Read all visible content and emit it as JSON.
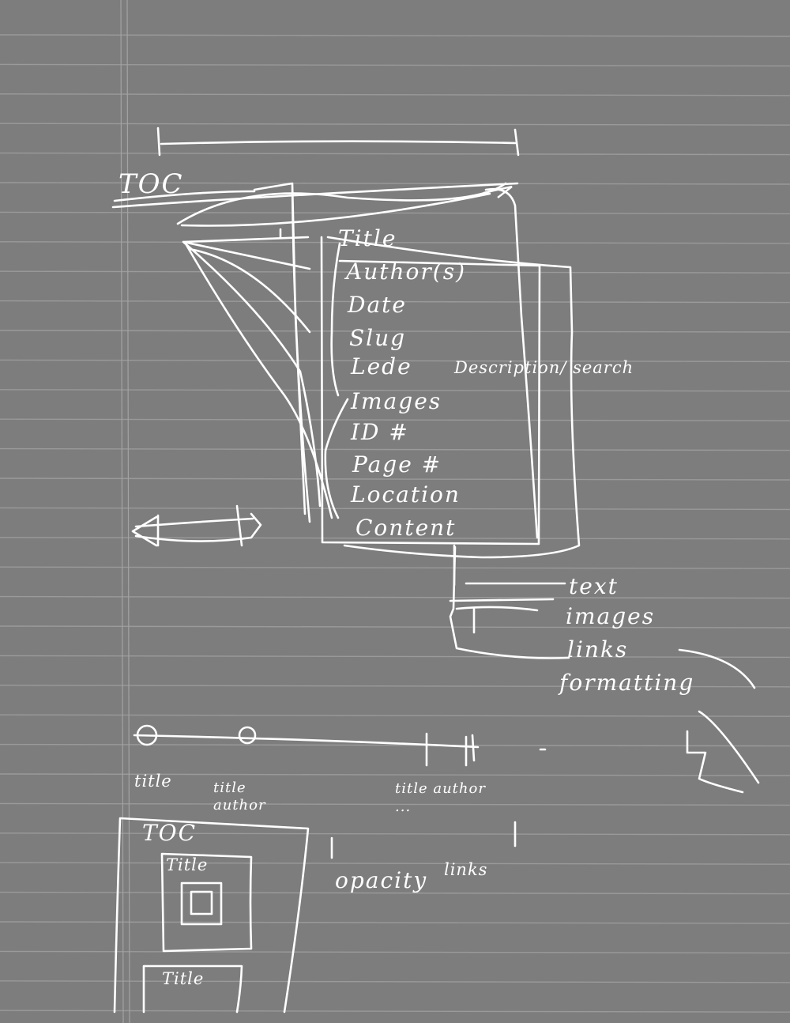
{
  "sketch": {
    "toc_label": "TOC",
    "fields": [
      "Title",
      "Author(s)",
      "Date",
      "Slug",
      "Lede",
      "Images",
      "ID #",
      "Page #",
      "Location",
      "Content"
    ],
    "lede_note": "Description/ search",
    "content_types": [
      "text",
      "images",
      "links",
      "formatting"
    ],
    "timeline": {
      "stops": [
        "title",
        "title author",
        "title author ...",
        "links"
      ],
      "note": "opacity"
    },
    "mini_layout": {
      "toc_label": "TOC",
      "panel_titles": [
        "Title",
        "Title"
      ]
    }
  },
  "colors": {
    "paper": "#7d7d7d",
    "rule": "#9a9a9a",
    "ink": "#ffffff"
  }
}
